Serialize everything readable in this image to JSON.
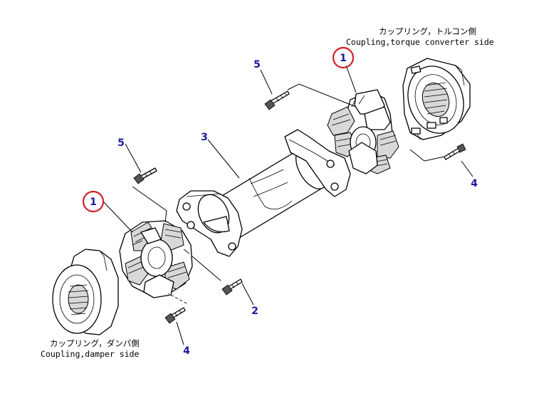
{
  "callouts": {
    "c1_top": "1",
    "c1_left": "1",
    "c2": "2",
    "c3": "3",
    "c4_right": "4",
    "c4_bottom": "4",
    "c5_top": "5",
    "c5_left": "5"
  },
  "captions": {
    "torque_jp": "カップリング，トルコン側",
    "torque_en": "Coupling,torque converter side",
    "damper_jp": "カップリング，ダンパ側",
    "damper_en": "Coupling,damper side"
  },
  "colors": {
    "callout_number": "#1a1aa0",
    "highlight_circle": "#d0202a",
    "line": "#000000"
  }
}
